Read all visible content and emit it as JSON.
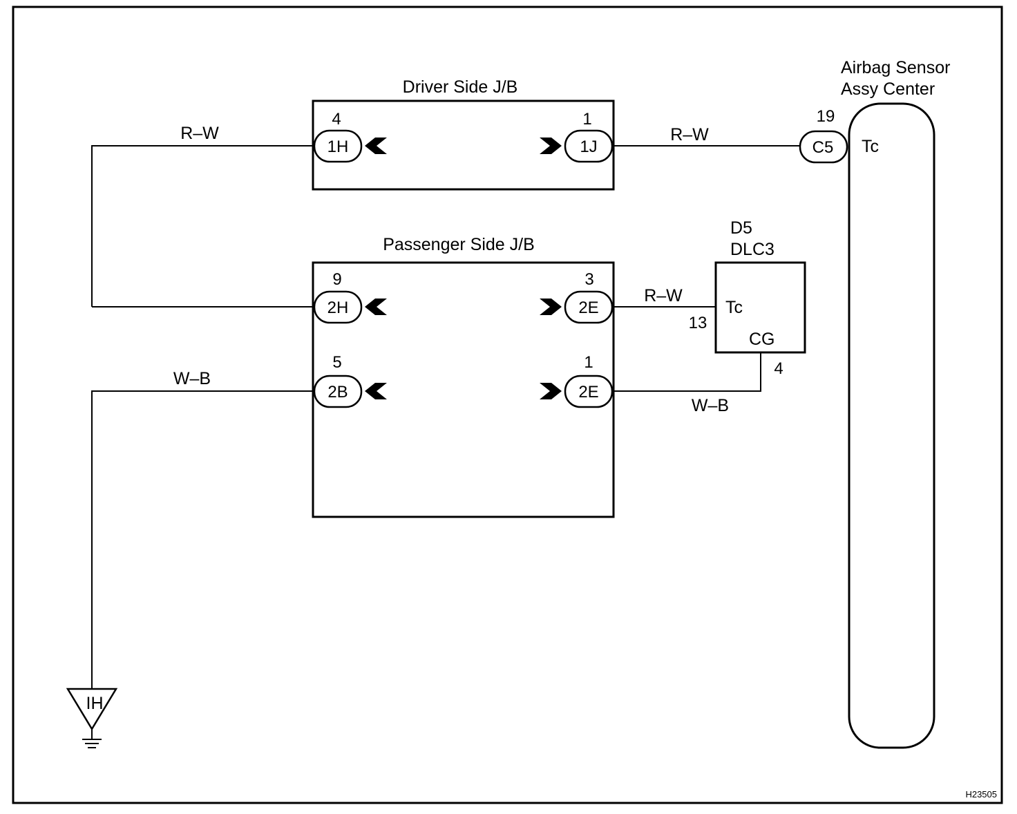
{
  "diagram": {
    "drawing_id": "H23505",
    "driver_jb": {
      "title": "Driver Side J/B",
      "left_connector": {
        "pin": "4",
        "code": "1H"
      },
      "right_connector": {
        "pin": "1",
        "code": "1J"
      }
    },
    "passenger_jb": {
      "title": "Passenger Side J/B",
      "row1_left": {
        "pin": "9",
        "code": "2H"
      },
      "row1_right": {
        "pin": "3",
        "code": "2E"
      },
      "row2_left": {
        "pin": "5",
        "code": "2B"
      },
      "row2_right": {
        "pin": "1",
        "code": "2E"
      }
    },
    "airbag_sensor": {
      "title_line1": "Airbag Sensor",
      "title_line2": "Assy Center",
      "terminal": "Tc",
      "connector": {
        "pin": "19",
        "code": "C5"
      }
    },
    "dlc3": {
      "id": "D5",
      "name": "DLC3",
      "terminal_tc": "Tc",
      "terminal_cg": "CG",
      "pin_tc": "13",
      "pin_cg": "4"
    },
    "wires": {
      "left_top": "R–W",
      "right_top": "R–W",
      "dlc_tc": "R–W",
      "left_bottom": "W–B",
      "dlc_cg": "W–B"
    },
    "ground": {
      "label": "IH"
    }
  }
}
